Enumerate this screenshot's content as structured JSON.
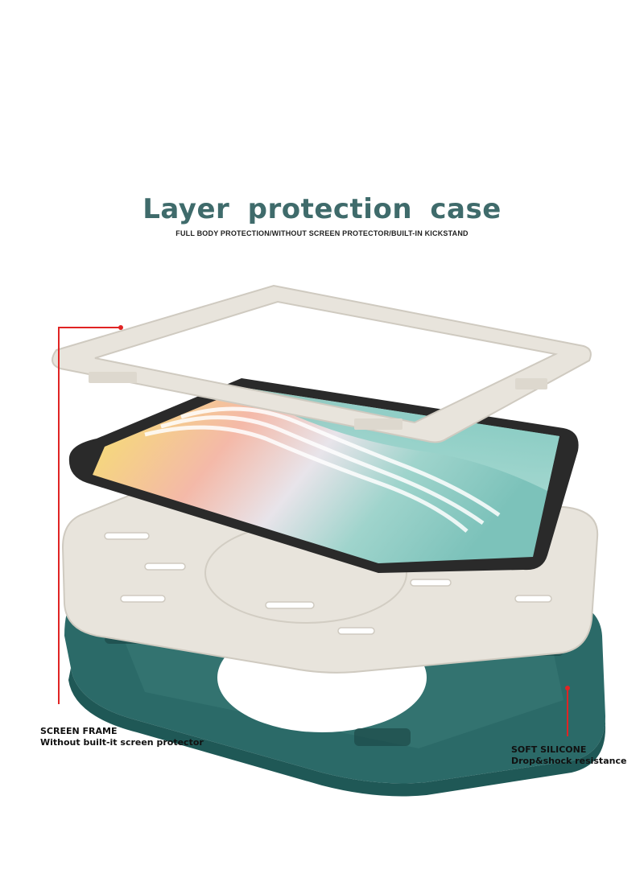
{
  "header": {
    "title": "Layer protection case",
    "subtitle": "FULL BODY PROTECTION/WITHOUT SCREEN PROTECTOR/BUILT-IN KICKSTAND"
  },
  "callouts": {
    "screen_frame": {
      "title": "SCREEN FRAME",
      "desc": "Without built-it screen protector"
    },
    "soft_silicone": {
      "title": "SOFT SILICONE",
      "desc": "Drop&shock resistance"
    }
  },
  "colors": {
    "title": "#3f6b6b",
    "frame": "#e8e4dc",
    "silicone": "#2b6a68",
    "callout_line": "#e02424"
  }
}
